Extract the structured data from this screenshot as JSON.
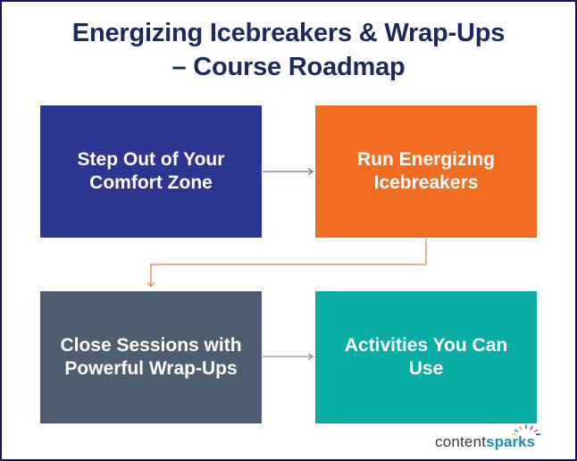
{
  "title": {
    "line1": "Energizing Icebreakers & Wrap-Ups",
    "line2": "– Course Roadmap"
  },
  "colors": {
    "frame_border": "#1a1460",
    "title_text": "#1b2a5c",
    "box1": "#2c3590",
    "box2": "#f26d21",
    "box3": "#4f5d70",
    "box4": "#0aada5",
    "arrow1": "#6b6ba8",
    "arrow_elbow": "#e0884a",
    "arrow3": "#8a8a8a"
  },
  "steps": [
    {
      "label": "Step Out of Your Comfort Zone"
    },
    {
      "label": "Run Energizing Icebreakers"
    },
    {
      "label": "Close Sessions with Powerful Wrap-Ups"
    },
    {
      "label": "Activities You Can Use"
    }
  ],
  "logo": {
    "part1": "content",
    "part2": "sparks"
  }
}
